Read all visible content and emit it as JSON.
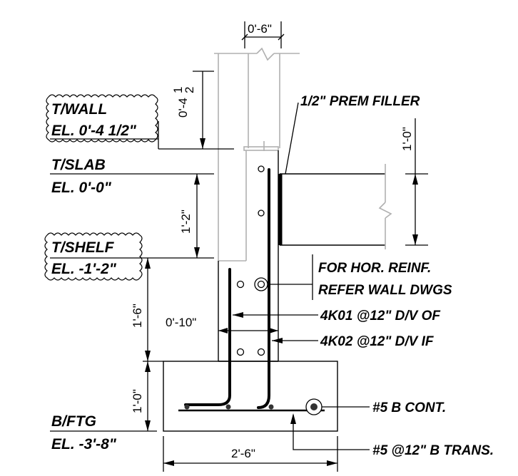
{
  "levels": {
    "t_wall": {
      "name": "T/WALL",
      "elevation": "EL. 0'-4 1/2\""
    },
    "t_slab": {
      "name": "T/SLAB",
      "elevation": "EL. 0'-0\""
    },
    "t_shelf": {
      "name": "T/SHELF",
      "elevation": "EL. -1'-2\""
    },
    "b_ftg": {
      "name": "B/FTG",
      "elevation": "EL. -3'-8\""
    }
  },
  "dimensions": {
    "wall_top_width": "0'-6\"",
    "wall_height_above_slab_main": "0'-4",
    "wall_height_above_slab_frac_num": "1",
    "wall_height_above_slab_frac_den": "2",
    "slab_to_shelf": "1'-2\"",
    "shelf_to_footing": "1'-6\"",
    "footing_depth": "1'-0\"",
    "wall_width": "0'-10\"",
    "footing_width": "2'-6\"",
    "slab_thickness": "1'-0\""
  },
  "notes": {
    "filler": "1/2\" PREM FILLER",
    "hor_reinf_line1": "FOR HOR. REINF.",
    "hor_reinf_line2": "REFER WALL DWGS",
    "bar_4k01": "4K01 @12\" D/V OF",
    "bar_4k02": "4K02 @12\" D/V IF",
    "bar_b_cont": "#5  B CONT.",
    "bar_b_trans": "#5 @12\" B TRANS."
  }
}
